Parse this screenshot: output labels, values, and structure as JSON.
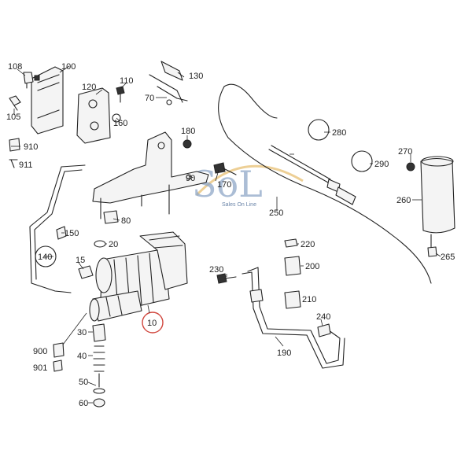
{
  "watermark": {
    "letters": "SoL",
    "tagline": "Sales On Line",
    "colors": {
      "blue": "#8fa8c8",
      "gold": "#e8c37a"
    }
  },
  "highlight_color": "#d0453c",
  "callouts": {
    "c10": "10",
    "c15": "15",
    "c20": "20",
    "c30": "30",
    "c40": "40",
    "c50": "50",
    "c60": "60",
    "c70": "70",
    "c80": "80",
    "c90": "90",
    "c100": "100",
    "c105": "105",
    "c108": "108",
    "c110": "110",
    "c120": "120",
    "c130": "130",
    "c140": "140",
    "c150": "150",
    "c160": "160",
    "c170": "170",
    "c180": "180",
    "c190": "190",
    "c200": "200",
    "c210": "210",
    "c220": "220",
    "c230": "230",
    "c240": "240",
    "c250": "250",
    "c260": "260",
    "c265": "265",
    "c270": "270",
    "c280": "280",
    "c290": "290",
    "c900": "900",
    "c901": "901",
    "c910": "910",
    "c911": "911"
  }
}
